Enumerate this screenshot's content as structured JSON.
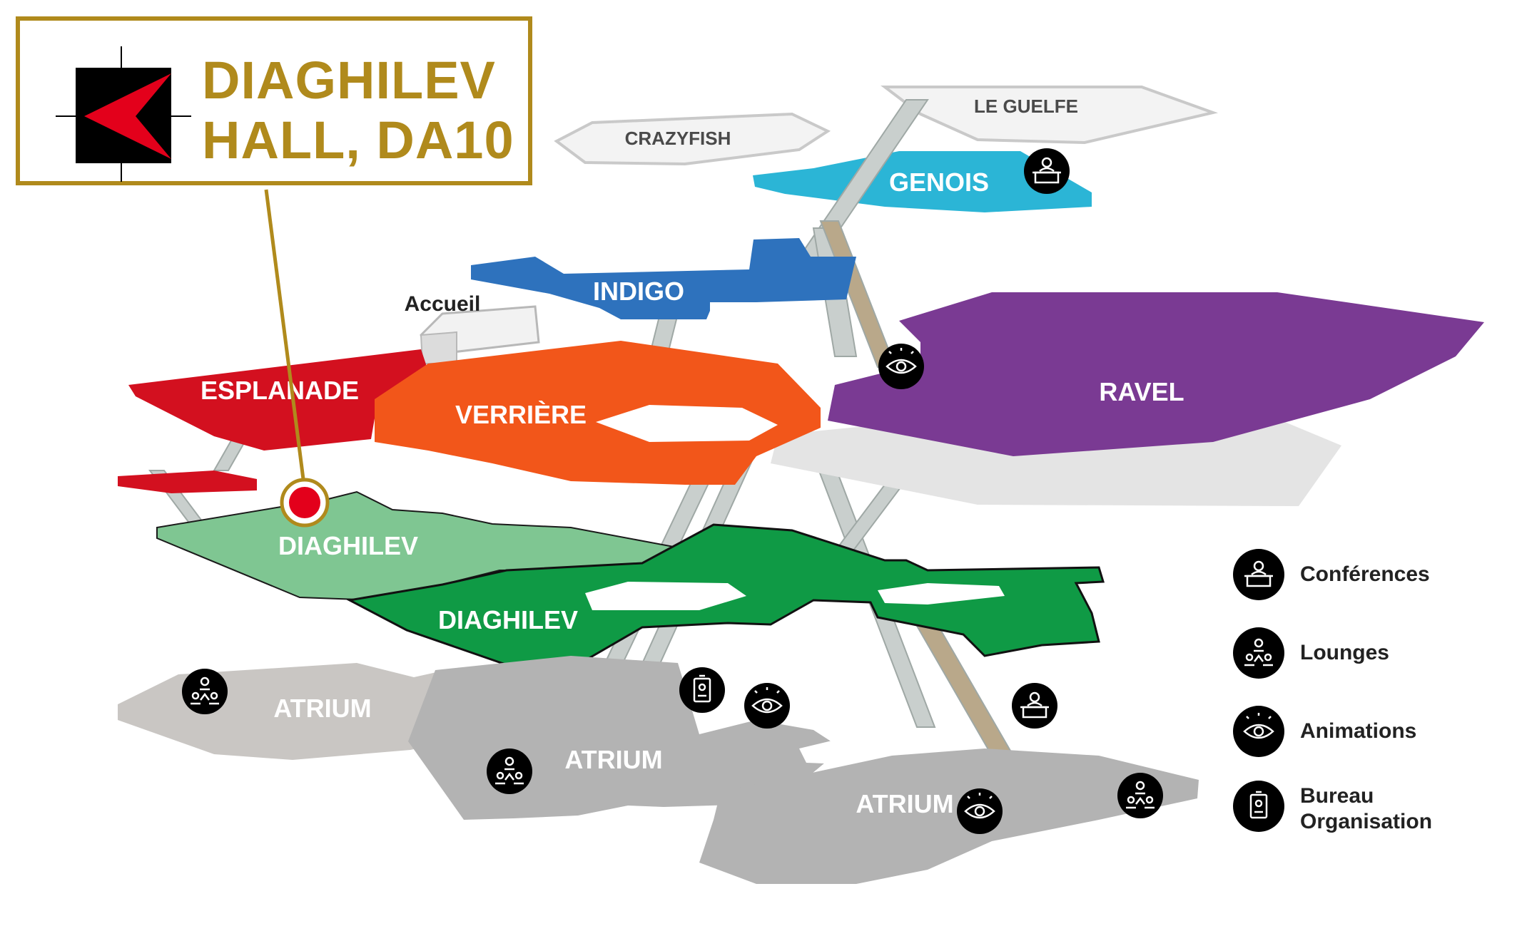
{
  "callout": {
    "title_line1": "DIAGHILEV",
    "title_line2": "HALL, DA10",
    "accent_color": "#b08a1c"
  },
  "zones": {
    "le_guelfe": "LE GUELFE",
    "crazyfish": "CRAZYFISH",
    "genois": "GENOIS",
    "indigo": "INDIGO",
    "accueil": "Accueil",
    "esplanade": "ESPLANADE",
    "verriere": "VERRIÈRE",
    "ravel": "RAVEL",
    "diaghilev_upper": "DIAGHILEV",
    "diaghilev_lower": "DIAGHILEV",
    "atrium_left": "ATRIUM",
    "atrium_center": "ATRIUM",
    "atrium_right": "ATRIUM"
  },
  "colors": {
    "genois": "#2bb5d6",
    "indigo": "#2e72bd",
    "esplanade": "#d3101f",
    "verriere": "#f2561a",
    "ravel": "#7a3a93",
    "diaghilev_light": "#7fc692",
    "diaghilev_dark": "#0f9a45",
    "atrium": "#b8b8b8",
    "marker": "#e3001b"
  },
  "legend": [
    {
      "icon": "conference-icon",
      "label": "Conférences"
    },
    {
      "icon": "lounge-icon",
      "label": "Lounges"
    },
    {
      "icon": "eye-icon",
      "label": "Animations"
    },
    {
      "icon": "badge-icon",
      "label": "Bureau Organisation"
    }
  ]
}
